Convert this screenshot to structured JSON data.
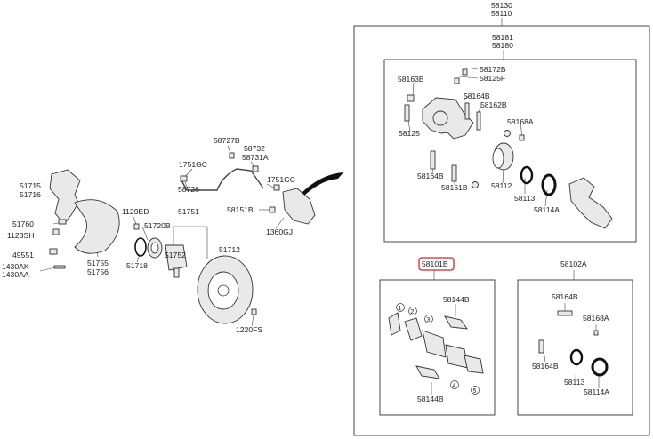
{
  "labels": {
    "p58130": "58130",
    "p58110": "58110",
    "p58181": "58181",
    "p58180": "58180",
    "p58172B": "58172B",
    "p58125F": "58125F",
    "p58163B": "58163B",
    "p58164B_a": "58164B",
    "p58162B": "58162B",
    "p58168A_a": "58168A",
    "p58125": "58125",
    "p58164B_b": "58164B",
    "p58161B": "58161B",
    "p58112": "58112",
    "p58113_a": "58113",
    "p58114A_a": "58114A",
    "p58101B": "58101B",
    "p58102A": "58102A",
    "p58144B_a": "58144B",
    "p58144B_b": "58144B",
    "p58164B_c": "58164B",
    "p58168A_b": "58168A",
    "p58164B_d": "58164B",
    "p58113_b": "58113",
    "p58114A_b": "58114A",
    "p51715": "51715",
    "p51716": "51716",
    "p51760": "51760",
    "p1123SH": "1123SH",
    "p49551": "49551",
    "p1430AK": "1430AK",
    "p1430AA": "1430AA",
    "p51755": "51755",
    "p51756": "51756",
    "p1129ED": "1129ED",
    "p51720B": "51720B",
    "p51718": "51718",
    "p51751": "51751",
    "p51752": "51752",
    "p51712": "51712",
    "p1220FS": "1220FS",
    "p58727B": "58727B",
    "p58732": "58732",
    "p58731A": "58731A",
    "p1751GC_a": "1751GC",
    "p58726": "58726",
    "p1751GC_b": "1751GC",
    "p58151B": "58151B",
    "p1360GJ": "1360GJ",
    "n1": "1",
    "n2": "2",
    "n3": "3",
    "n4": "4",
    "n5": "5"
  }
}
